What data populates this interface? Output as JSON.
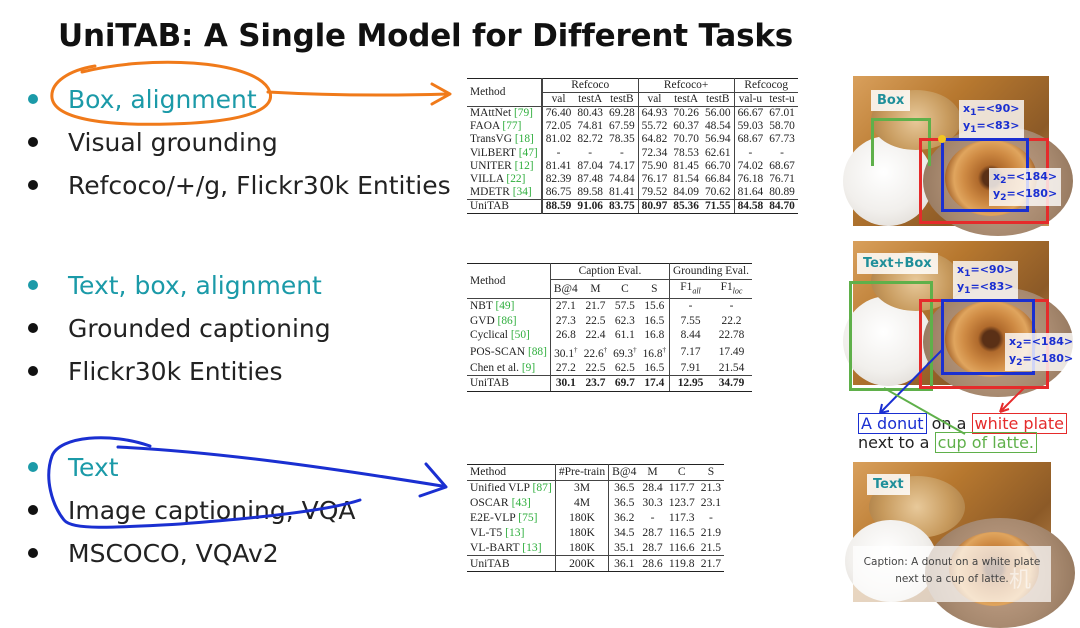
{
  "title": "UniTAB: A Single Model for Different Tasks",
  "sections": [
    {
      "bullets": [
        "Box, alignment",
        "Visual grounding",
        "Refcoco/+/g, Flickr30k Entities"
      ]
    },
    {
      "bullets": [
        "Text, box, alignment",
        "Grounded captioning",
        "Flickr30k Entities"
      ]
    },
    {
      "bullets": [
        "Text",
        "Image captioning, VQA",
        "MSCOCO, VQAv2"
      ]
    }
  ],
  "table1": {
    "method_header": "Method",
    "groups": [
      "Refcoco",
      "Refcoco+",
      "Refcocog"
    ],
    "subheaders": [
      "val",
      "testA",
      "testB",
      "val",
      "testA",
      "testB",
      "val-u",
      "test-u"
    ],
    "rows": [
      {
        "method": "MAttNet",
        "ref": "[79]",
        "values": [
          "76.40",
          "80.43",
          "69.28",
          "64.93",
          "70.26",
          "56.00",
          "66.67",
          "67.01"
        ]
      },
      {
        "method": "FAOA",
        "ref": "[77]",
        "values": [
          "72.05",
          "74.81",
          "67.59",
          "55.72",
          "60.37",
          "48.54",
          "59.03",
          "58.70"
        ]
      },
      {
        "method": "TransVG",
        "ref": "[18]",
        "values": [
          "81.02",
          "82.72",
          "78.35",
          "64.82",
          "70.70",
          "56.94",
          "68.67",
          "67.73"
        ]
      },
      {
        "method": "ViLBERT",
        "ref": "[47]",
        "values": [
          "-",
          "-",
          "-",
          "72.34",
          "78.53",
          "62.61",
          "-",
          "-"
        ]
      },
      {
        "method": "UNITER",
        "ref": "[12]",
        "values": [
          "81.41",
          "87.04",
          "74.17",
          "75.90",
          "81.45",
          "66.70",
          "74.02",
          "68.67"
        ]
      },
      {
        "method": "VILLA",
        "ref": "[22]",
        "values": [
          "82.39",
          "87.48",
          "74.84",
          "76.17",
          "81.54",
          "66.84",
          "76.18",
          "76.71"
        ]
      },
      {
        "method": "MDETR",
        "ref": "[34]",
        "values": [
          "86.75",
          "89.58",
          "81.41",
          "79.52",
          "84.09",
          "70.62",
          "81.64",
          "80.89"
        ]
      }
    ],
    "final": {
      "method": "UniTAB",
      "values": [
        "88.59",
        "91.06",
        "83.75",
        "80.97",
        "85.36",
        "71.55",
        "84.58",
        "84.70"
      ]
    }
  },
  "table2": {
    "method_header": "Method",
    "groups": [
      "Caption Eval.",
      "Grounding Eval."
    ],
    "subheaders": [
      "B@4",
      "M",
      "C",
      "S",
      "F1",
      "F1"
    ],
    "sub_subscripts": [
      "all",
      "loc"
    ],
    "rows": [
      {
        "method": "NBT",
        "ref": "[49]",
        "values": [
          "27.1",
          "21.7",
          "57.5",
          "15.6",
          "-",
          "-"
        ]
      },
      {
        "method": "GVD",
        "ref": "[86]",
        "values": [
          "27.3",
          "22.5",
          "62.3",
          "16.5",
          "7.55",
          "22.2"
        ]
      },
      {
        "method": "Cyclical",
        "ref": "[50]",
        "values": [
          "26.8",
          "22.4",
          "61.1",
          "16.8",
          "8.44",
          "22.78"
        ]
      },
      {
        "method": "POS-SCAN",
        "ref": "[88]",
        "values": [
          "30.1",
          "22.6",
          "69.3",
          "16.8",
          "7.17",
          "17.49"
        ]
      },
      {
        "method": "Chen et al.",
        "ref": "[9]",
        "values": [
          "27.2",
          "22.5",
          "62.5",
          "16.5",
          "7.91",
          "21.54"
        ]
      }
    ],
    "dagger": "†",
    "final": {
      "method": "UniTAB",
      "values": [
        "30.1",
        "23.7",
        "69.7",
        "17.4",
        "12.95",
        "34.79"
      ]
    }
  },
  "table3": {
    "headers": [
      "Method",
      "#Pre-train",
      "B@4",
      "M",
      "C",
      "S"
    ],
    "rows": [
      {
        "method": "Unified VLP",
        "ref": "[87]",
        "values": [
          "3M",
          "36.5",
          "28.4",
          "117.7",
          "21.3"
        ]
      },
      {
        "method": "OSCAR",
        "ref": "[43]",
        "values": [
          "4M",
          "36.5",
          "30.3",
          "123.7",
          "23.1"
        ]
      },
      {
        "method": "E2E-VLP",
        "ref": "[75]",
        "values": [
          "180K",
          "36.2",
          "-",
          "117.3",
          "-"
        ]
      },
      {
        "method": "VL-T5",
        "ref": "[13]",
        "values": [
          "180K",
          "34.5",
          "28.7",
          "116.5",
          "21.9"
        ]
      },
      {
        "method": "VL-BART",
        "ref": "[13]",
        "values": [
          "180K",
          "35.1",
          "28.7",
          "116.6",
          "21.5"
        ]
      }
    ],
    "final": {
      "method": "UniTAB",
      "values": [
        "200K",
        "36.1",
        "28.6",
        "119.8",
        "21.7"
      ]
    }
  },
  "images": {
    "box": {
      "label": "Box",
      "coord1": [
        "x",
        "1",
        "=<90>",
        "y",
        "1",
        "=<83>"
      ],
      "coord2": [
        "x",
        "2",
        "=<184>",
        "y",
        "2",
        "=<180>"
      ]
    },
    "textbox": {
      "label": "Text+Box",
      "coord1": [
        "x",
        "1",
        "=<90>",
        "y",
        "1",
        "=<83>"
      ],
      "coord2": [
        "x",
        "2",
        "=<184>",
        "y",
        "2",
        "=<180>"
      ]
    },
    "text": {
      "label": "Text",
      "caption_line1": "Caption: A donut on a white plate",
      "caption_line2": "next to a cup of latte."
    }
  },
  "grounded_caption": {
    "donut": "A donut",
    "on_a": "on a",
    "plate": "white plate",
    "next_to_a": "next to a",
    "cup": "cup of latte."
  },
  "watermark": "机",
  "colors": {
    "teal": "#1b9aa8",
    "orange": "#f07a1a",
    "blue": "#1a2fd1",
    "red": "#e52b2b",
    "green": "#5fb04a",
    "ref": "#2fae3d"
  }
}
